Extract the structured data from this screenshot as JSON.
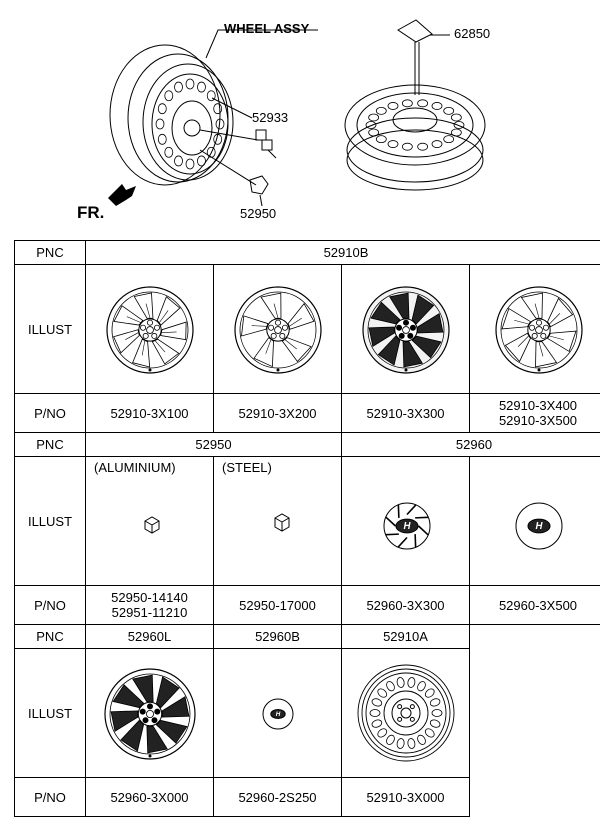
{
  "header": {
    "wheel_assy_label": "WHEEL ASSY",
    "part_62850": "62850",
    "part_52933": "52933",
    "part_52950": "52950",
    "front_label": "FR."
  },
  "table": {
    "pnc_label": "PNC",
    "illust_label": "ILLUST",
    "pno_label": "P/NO",
    "section1": {
      "pnc": "52910B",
      "pnos": [
        "52910-3X100",
        "52910-3X200",
        "52910-3X300"
      ],
      "pno4_line1": "52910-3X400",
      "pno4_line2": "52910-3X500"
    },
    "section2": {
      "pnc_left": "52950",
      "pnc_right": "52960",
      "note_aluminium": "(ALUMINIUM)",
      "note_steel": "(STEEL)",
      "pno1_line1": "52950-14140",
      "pno1_line2": "52951-11210",
      "pno2": "52950-17000",
      "pno3": "52960-3X300",
      "pno4": "52960-3X500"
    },
    "section3": {
      "pncs": [
        "52960L",
        "52960B",
        "52910A"
      ],
      "pnos": [
        "52960-3X000",
        "52960-2S250",
        "52910-3X000"
      ]
    }
  }
}
